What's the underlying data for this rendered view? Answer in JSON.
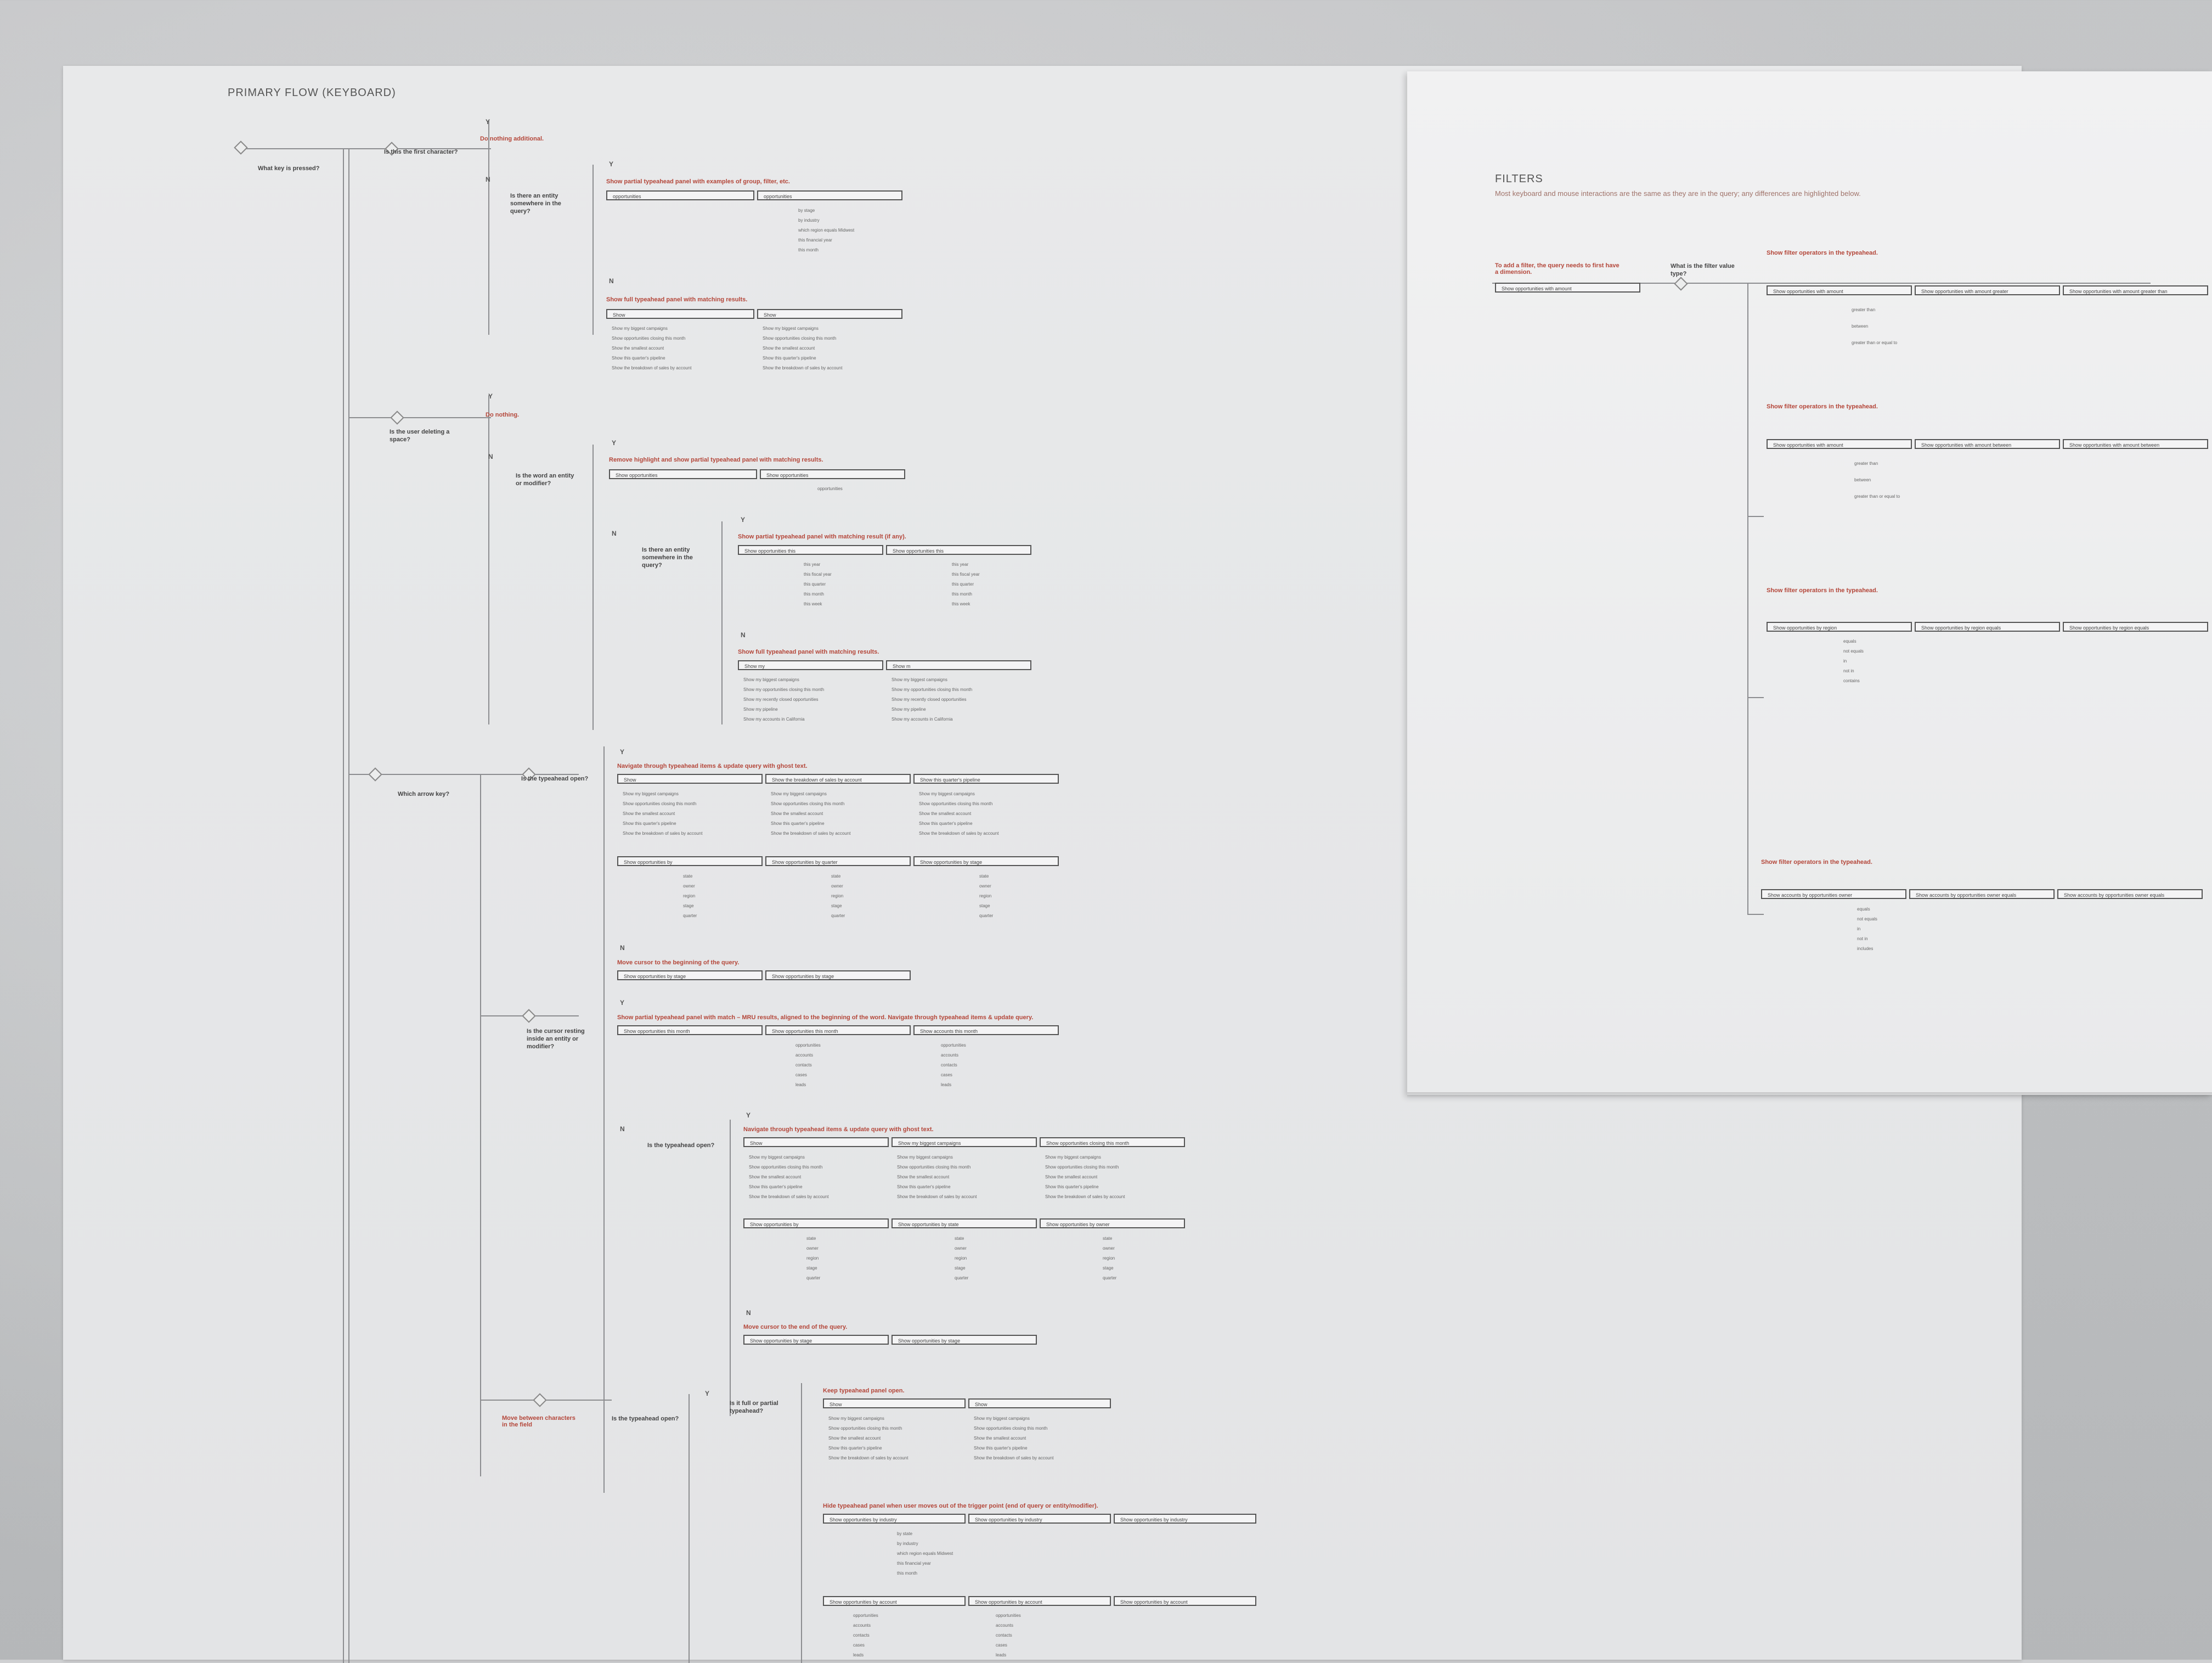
{
  "primary": {
    "title": "PRIMARY FLOW (KEYBOARD)",
    "start": {
      "label": "What key is pressed?"
    },
    "q1": {
      "question": "Is this the first character?",
      "y_action": "Do nothing additional.",
      "n_question": "Is there an entity somewhere in the query?"
    },
    "panel1": {
      "label": "Show partial typeahead panel with examples of group, filter, etc.",
      "fields": [
        "opportunities",
        "opportunities"
      ],
      "list": [
        "by stage",
        "by industry",
        "which region equals Midwest",
        "this financial year",
        "this month"
      ]
    },
    "panel2": {
      "label": "Show full typeahead panel with matching results.",
      "fields": [
        "Show",
        "Show"
      ],
      "list": [
        "Show my biggest campaigns",
        "Show opportunities closing this month",
        "Show the smallest account",
        "Show this quarter's pipeline",
        "Show the breakdown of sales by account"
      ]
    },
    "q2": {
      "question": "Is the user deleting a space?",
      "y_action": "Do nothing.",
      "n_question": "Is the word an entity or modifier?"
    },
    "panel3": {
      "label": "Remove highlight and show partial typeahead panel with matching results.",
      "fields": [
        "Show opportunities",
        "Show opportunities"
      ],
      "list": [
        "opportunities"
      ]
    },
    "q3": {
      "question": "Is there an entity somewhere in the query?"
    },
    "panel4": {
      "label": "Show partial typeahead panel with matching result (if any).",
      "fields": [
        "Show opportunities this",
        "Show opportunities this"
      ],
      "list": [
        "this year",
        "this fiscal year",
        "this quarter",
        "this month",
        "this week"
      ]
    },
    "panel5": {
      "label": "Show full typeahead panel with matching results.",
      "fields": [
        "Show my",
        "Show m"
      ],
      "list": [
        "Show my biggest campaigns",
        "Show my opportunities closing this month",
        "Show my recently closed opportunities",
        "Show my pipeline",
        "Show my accounts in California"
      ]
    },
    "q4": {
      "question": "Which arrow key?",
      "sub": "Is the typeahead open?"
    },
    "panel6": {
      "label": "Navigate through typeahead items & update query with ghost text.",
      "fields": [
        "Show",
        "Show the breakdown of sales by account",
        "Show this quarter's pipeline"
      ],
      "list": [
        "Show my biggest campaigns",
        "Show opportunities closing this month",
        "Show the smallest account",
        "Show this quarter's pipeline",
        "Show the breakdown of sales by account"
      ]
    },
    "panel6b": {
      "fields": [
        "Show opportunities by",
        "Show opportunities by quarter",
        "Show opportunities by stage"
      ],
      "list": [
        "state",
        "owner",
        "region",
        "stage",
        "quarter"
      ]
    },
    "panel7": {
      "label": "Move cursor to the beginning of the query.",
      "fields": [
        "Show opportunities by stage",
        "Show opportunities by stage"
      ]
    },
    "q5": {
      "question": "Is the cursor resting inside an entity or modifier?"
    },
    "panel8": {
      "label": "Show partial typeahead panel with match – MRU results, aligned to the beginning of the word. Navigate through typeahead items & update query.",
      "fields": [
        "Show opportunities this month",
        "Show opportunities this month",
        "Show accounts this month"
      ],
      "list": [
        "opportunities",
        "accounts",
        "contacts",
        "cases",
        "leads"
      ]
    },
    "q6": {
      "question": "Is the typeahead open?"
    },
    "panel9": {
      "label": "Navigate through typeahead items & update query with ghost text.",
      "fields": [
        "Show",
        "Show my biggest campaigns",
        "Show opportunities closing this month"
      ],
      "list": [
        "Show my biggest campaigns",
        "Show opportunities closing this month",
        "Show the smallest account",
        "Show this quarter's pipeline",
        "Show the breakdown of sales by account"
      ]
    },
    "panel9b": {
      "fields": [
        "Show opportunities by",
        "Show opportunities by state",
        "Show opportunities by owner"
      ],
      "list": [
        "state",
        "owner",
        "region",
        "stage",
        "quarter"
      ]
    },
    "panel10": {
      "label": "Move cursor to the end of the query.",
      "fields": [
        "Show opportunities by stage",
        "Show opportunities by stage"
      ]
    },
    "q7": {
      "question": "Is the typeahead open?",
      "note": "Move between characters in the field",
      "sub": "Is it full or partial typeahead?"
    },
    "panel11": {
      "label": "Keep typeahead panel open.",
      "fields": [
        "Show",
        "Show"
      ],
      "list": [
        "Show my biggest campaigns",
        "Show opportunities closing this month",
        "Show the smallest account",
        "Show this quarter's pipeline",
        "Show the breakdown of sales by account"
      ]
    },
    "panel12": {
      "label": "Hide typeahead panel when user moves out of the trigger point (end of query or entity/modifier).",
      "fields": [
        "Show opportunities by industry",
        "Show opportunities by industry",
        "Show opportunities by industry"
      ],
      "list": [
        "by state",
        "by industry",
        "which region equals Midwest",
        "this financial year",
        "this month"
      ]
    },
    "panel13": {
      "fields": [
        "Show opportunities by account",
        "Show opportunities by account",
        "Show opportunities by account"
      ],
      "list": [
        "opportunities",
        "accounts",
        "contacts",
        "cases",
        "leads"
      ]
    },
    "markers": {
      "y": "Y",
      "n": "N"
    }
  },
  "filters": {
    "title": "FILTERS",
    "description": "Most keyboard and mouse interactions are the same as they are in the query; any differences are highlighted below.",
    "start": "To add a filter, the query needs to first have a dimension.",
    "question": "What is the filter value type?",
    "field0": "Show opportunities with amount",
    "rows": [
      {
        "label": "Show filter operators in the typeahead.",
        "fields": [
          "Show opportunities with amount",
          "Show opportunities with amount greater",
          "Show opportunities with amount greater than"
        ],
        "list": [
          "greater than",
          "between",
          "greater than or equal to"
        ]
      },
      {
        "label": "Show filter operators in the typeahead.",
        "fields": [
          "Show opportunities with amount",
          "Show opportunities with amount between",
          "Show opportunities with amount between"
        ],
        "list": [
          "greater than",
          "between",
          "greater than or equal to"
        ]
      },
      {
        "label": "Show filter operators in the typeahead.",
        "fields": [
          "Show opportunities by region",
          "Show opportunities by region equals",
          "Show opportunities by region equals"
        ],
        "list": [
          "equals",
          "not equals",
          "in",
          "not in",
          "contains"
        ]
      },
      {
        "label": "Show filter operators in the typeahead.",
        "fields": [
          "Show accounts by opportunities owner",
          "Show accounts by opportunities owner equals",
          "Show accounts by opportunities owner equals"
        ],
        "list": [
          "equals",
          "not equals",
          "in",
          "not in",
          "includes"
        ]
      }
    ]
  }
}
